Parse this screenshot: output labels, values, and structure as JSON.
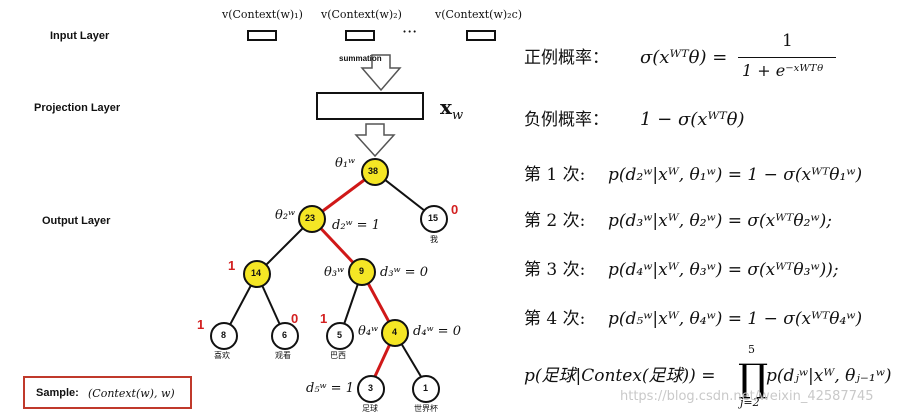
{
  "layers": {
    "input": "Input Layer",
    "projection": "Projection Layer",
    "output": "Output Layer"
  },
  "input_vectors": [
    "v(Context(w)₁)",
    "v(Context(w)₂)",
    "v(Context(w)₂c)"
  ],
  "ellipsis": "···",
  "summation": "summation",
  "projection_symbol": "x_w",
  "sample": {
    "label": "Sample:",
    "value": "(Context(w), w)"
  },
  "tree": {
    "nodes": {
      "root": "38",
      "n23": "23",
      "n15": "15",
      "n14": "14",
      "n9": "9",
      "n8": "8",
      "n6": "6",
      "n5": "5",
      "n4": "4",
      "n3": "3",
      "n1": "1"
    },
    "theta_labels": {
      "t1": "θ₁ʷ",
      "t2": "θ₂ʷ",
      "t3": "θ₃ʷ",
      "t4": "θ₄ʷ"
    },
    "d_labels": {
      "d2": "d₂ʷ = 1",
      "d3": "d₃ʷ = 0",
      "d4": "d₄ʷ = 0",
      "d5": "d₅ʷ = 1"
    },
    "branch_codes": {
      "n15": "0",
      "n14": "1",
      "n8": "1",
      "n6": "0",
      "n5": "1"
    },
    "leaf_words": {
      "n8": "喜欢",
      "n6": "观看",
      "n5": "巴西",
      "n15": "我",
      "n3": "足球",
      "n1": "世界杯"
    }
  },
  "formulas": {
    "positive": {
      "prefix": "正例概率：",
      "lhs": "σ(xᵂᵀθ) =",
      "num": "1",
      "den": "1 + e⁻ˣᵂᵀᶿ"
    },
    "negative": {
      "prefix": "负例概率：",
      "expr": "1 − σ(xᵂᵀθ)"
    },
    "steps": [
      {
        "prefix": "第 1 次:",
        "expr": "p(d₂ʷ|xᵂ, θ₁ʷ) = 1 − σ(xᵂᵀθ₁ʷ)"
      },
      {
        "prefix": "第 2 次:",
        "expr": "p(d₃ʷ|xᵂ, θ₂ʷ) = σ(xᵂᵀθ₂ʷ);"
      },
      {
        "prefix": "第 3 次:",
        "expr": "p(d₄ʷ|xᵂ, θ₃ʷ) = σ(xᵂᵀθ₃ʷ));"
      },
      {
        "prefix": "第 4 次:",
        "expr": "p(d₅ʷ|xᵂ, θ₄ʷ) = 1 − σ(xᵂᵀθ₄ʷ)"
      }
    ],
    "product": {
      "lhs": "p(足球|Contex(足球)) =",
      "upper": "5",
      "lower": "j=2",
      "rhs": "p(dⱼʷ|xᵂ, θⱼ₋₁ʷ)"
    }
  },
  "watermark": "https://blog.csdn.net/weixin_42587745",
  "colors": {
    "highlight_node": "#f5e625",
    "path_edge": "#d01818",
    "edge": "#111111",
    "code_red": "#d32020",
    "sample_border": "#c0392b"
  }
}
